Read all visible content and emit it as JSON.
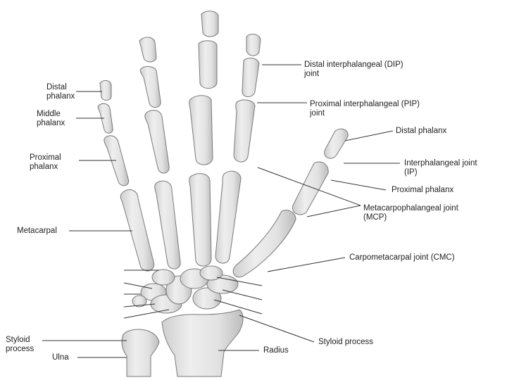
{
  "colors": {
    "bone_fill": "#e6e6e6",
    "bone_shade": "#c9c9c9",
    "bone_outline": "#7a7a7a",
    "leader_line": "#333333",
    "text": "#222222",
    "background": "#ffffff"
  },
  "labels": {
    "distal_phalanx_left": [
      "Distal",
      "phalanx"
    ],
    "middle_phalanx": [
      "Middle",
      "phalanx"
    ],
    "proximal_phalanx_left": [
      "Proximal",
      "phalanx"
    ],
    "metacarpal": "Metacarpal",
    "styloid_process_left": [
      "Styloid",
      "process"
    ],
    "ulna": "Ulna",
    "dip_joint": [
      "Distal interphalangeal (DIP)",
      "joint"
    ],
    "pip_joint": [
      "Proximal interphalangeal (PIP)",
      "joint"
    ],
    "distal_phalanx_right": "Distal phalanx",
    "interphalangeal_joint": [
      "Interphalangeal joint",
      "(IP)"
    ],
    "proximal_phalanx_right": "Proximal phalanx",
    "mcp_joint": [
      "Metacarpophalangeal joint",
      "(MCP)"
    ],
    "cmc_joint": "Carpometacarpal joint (CMC)",
    "styloid_process_right": "Styloid process",
    "radius": "Radius"
  }
}
